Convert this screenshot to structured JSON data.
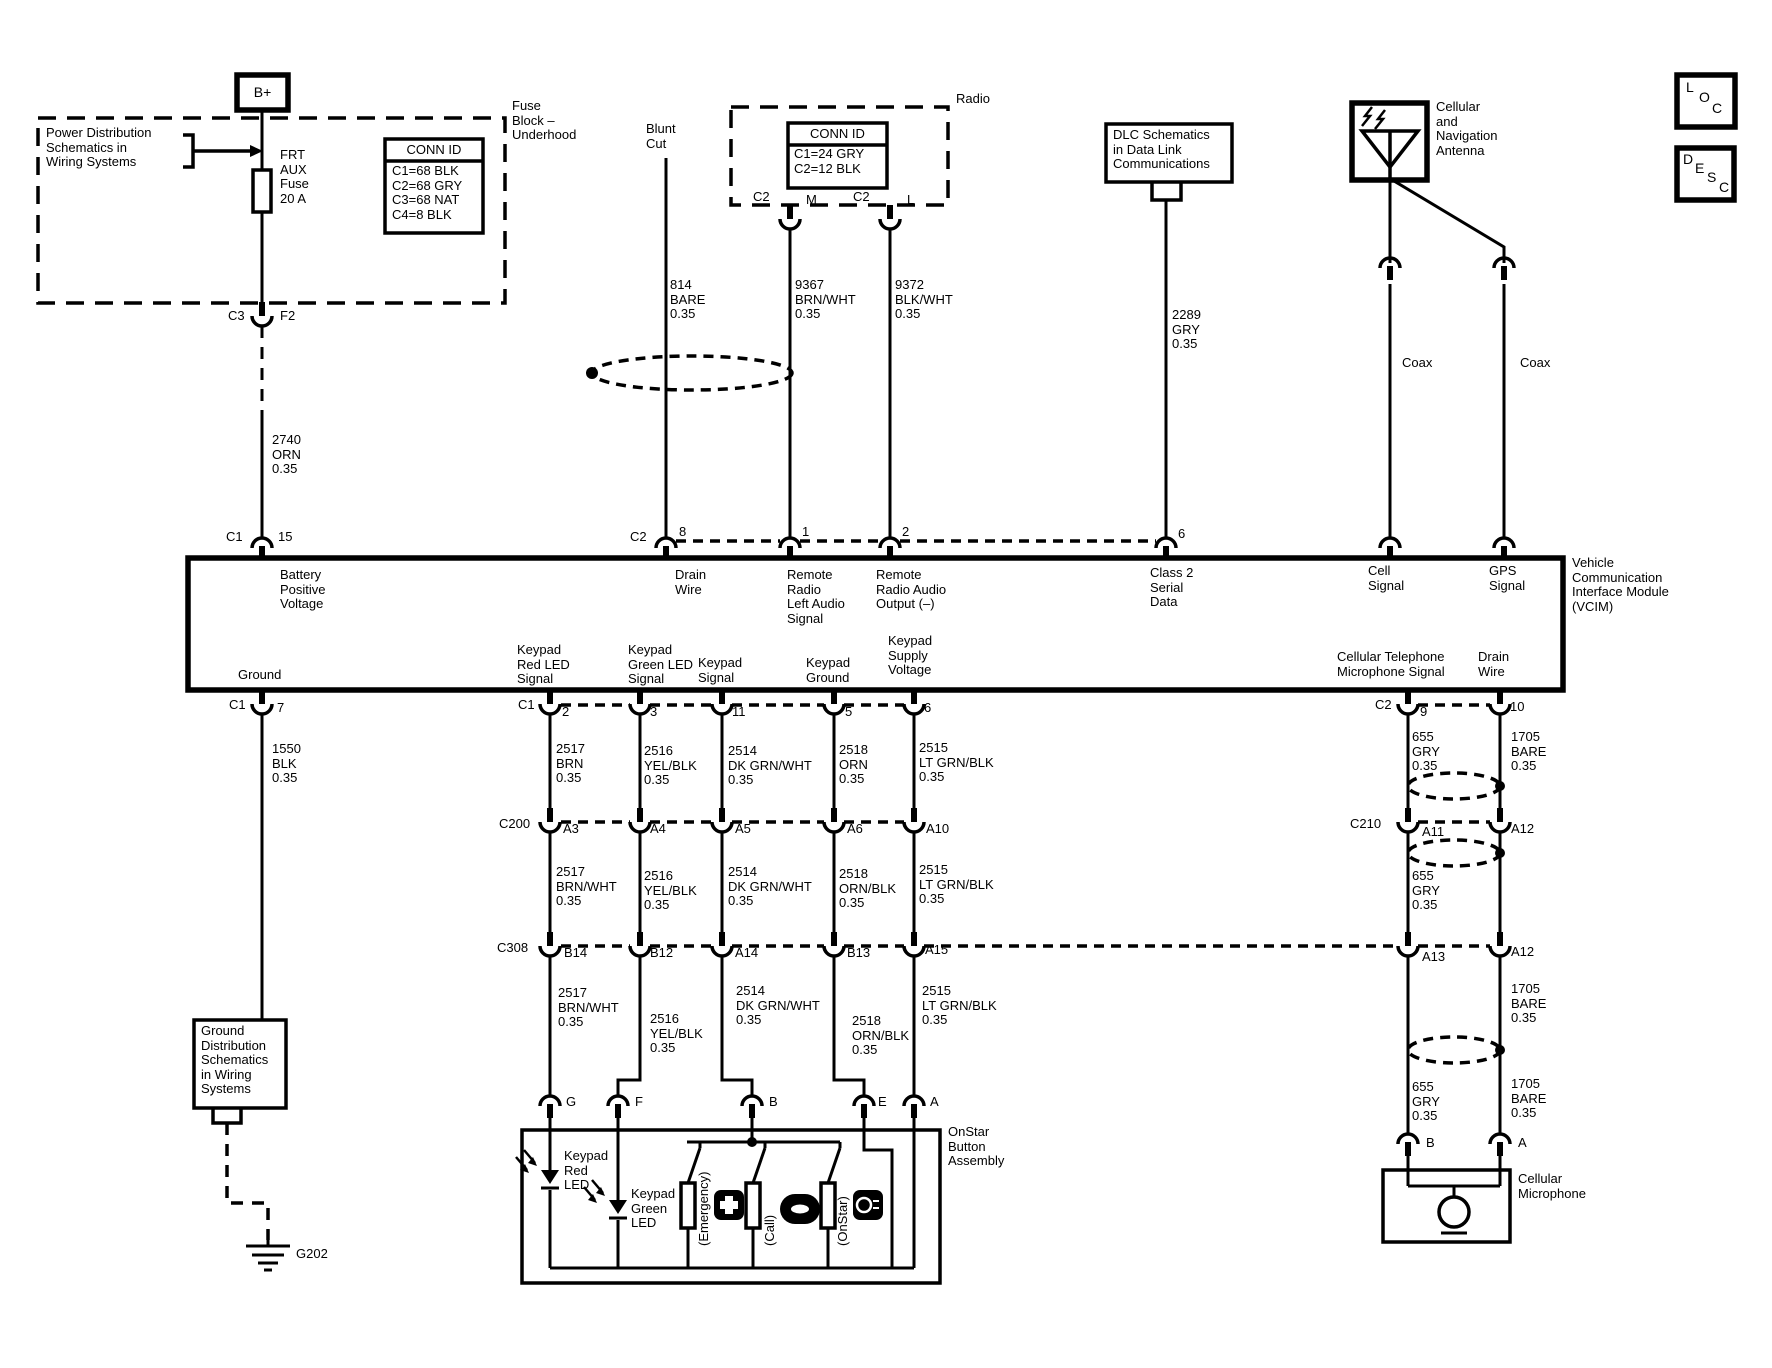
{
  "header": {
    "b_plus": "B+",
    "power_ref": "Power Distribution\nSchematics in\nWiring Systems",
    "fuse": "FRT\nAUX\nFuse\n20 A",
    "fuse_block": "Fuse\nBlock –\nUnderhood",
    "conn_id_title": "CONN ID",
    "conn_id_underhood": "C1=68 BLK\nC2=68 GRY\nC3=68 NAT\nC4=8 BLK",
    "conn_id_radio": "C1=24 GRY\nC2=12 BLK",
    "c3": "C3",
    "f2": "F2",
    "w2740": "2740\nORN\n0.35",
    "blunt_cut": "Blunt\nCut",
    "radio": "Radio",
    "c2": "C2",
    "pin_m": "M",
    "pin_l": "L",
    "w814": "814\nBARE\n0.35",
    "w9367": "9367\nBRN/WHT\n0.35",
    "w9372": "9372\nBLK/WHT\n0.35",
    "dlc_ref": "DLC Schematics\nin Data Link\nCommunications",
    "w2289": "2289\nGRY\n0.35",
    "antenna": "Cellular\nand\nNavigation\nAntenna",
    "coax": "Coax",
    "loc": [
      "L",
      "O",
      "C"
    ],
    "desc": [
      "D",
      "E",
      "S",
      "C"
    ]
  },
  "vcim": {
    "name": "Vehicle\nCommunication\nInterface Module\n(VCIM)",
    "c1": "C1",
    "c2": "C2",
    "p15": "15",
    "p8": "8",
    "p1": "1",
    "p2": "2",
    "p6": "6",
    "battery": "Battery\nPositive\nVoltage",
    "drain": "Drain\nWire",
    "remote_left": "Remote\nRadio\nLeft Audio\nSignal",
    "remote_out": "Remote\nRadio Audio\nOutput (–)",
    "class2": "Class 2\nSerial\nData",
    "cell": "Cell\nSignal",
    "gps": "GPS\nSignal",
    "ground": "Ground",
    "p7": "7",
    "red_sig": "Keypad\nRed LED\nSignal",
    "green_sig": "Keypad\nGreen LED\nSignal",
    "key_sig": "Keypad\nSignal",
    "key_gnd": "Keypad\nGround",
    "key_sup": "Keypad\nSupply\nVoltage",
    "mic_sig": "Cellular Telephone\nMicrophone Signal",
    "drain2": "Drain\nWire",
    "pins_c1": [
      "2",
      "3",
      "11",
      "5",
      "6"
    ],
    "p9": "9",
    "p10": "10"
  },
  "kp": {
    "w1550": "1550\nBLK\n0.35",
    "row1": [
      "2517\nBRN\n0.35",
      "2516\nYEL/BLK\n0.35",
      "2514\nDK GRN/WHT\n0.35",
      "2518\nORN\n0.35",
      "2515\nLT GRN/BLK\n0.35"
    ],
    "c200": "C200",
    "c200_pins": [
      "A3",
      "A4",
      "A5",
      "A6",
      "A10"
    ],
    "row2": [
      "2517\nBRN/WHT\n0.35",
      "2516\nYEL/BLK\n0.35",
      "2514\nDK GRN/WHT\n0.35",
      "2518\nORN/BLK\n0.35",
      "2515\nLT GRN/BLK\n0.35"
    ],
    "c308": "C308",
    "c308_pins": [
      "B14",
      "B12",
      "A14",
      "B13",
      "A15"
    ],
    "row3": [
      "2517\nBRN/WHT\n0.35",
      "2516\nYEL/BLK\n0.35",
      "2514\nDK GRN/WHT\n0.35",
      "2518\nORN/BLK\n0.35",
      "2515\nLT GRN/BLK\n0.35"
    ],
    "assembly_pins": [
      "G",
      "F",
      "B",
      "E",
      "A"
    ],
    "assembly": "OnStar\nButton\nAssembly",
    "red_led": "Keypad\nRed\nLED",
    "green_led": "Keypad\nGreen\nLED",
    "buttons": [
      "(Emergency)",
      "(Call)",
      "(OnStar)"
    ]
  },
  "rt": {
    "c210": "C210",
    "c210_pins": [
      "A11",
      "A12"
    ],
    "w655": "655\nGRY\n0.35",
    "w1705": "1705\nBARE\n0.35",
    "a13": "A13",
    "a12": "A12",
    "mic_b": "B",
    "mic_a": "A",
    "microphone": "Cellular\nMicrophone"
  },
  "gnd": {
    "ref": "Ground\nDistribution\nSchematics\nin Wiring\nSystems",
    "g202": "G202"
  }
}
